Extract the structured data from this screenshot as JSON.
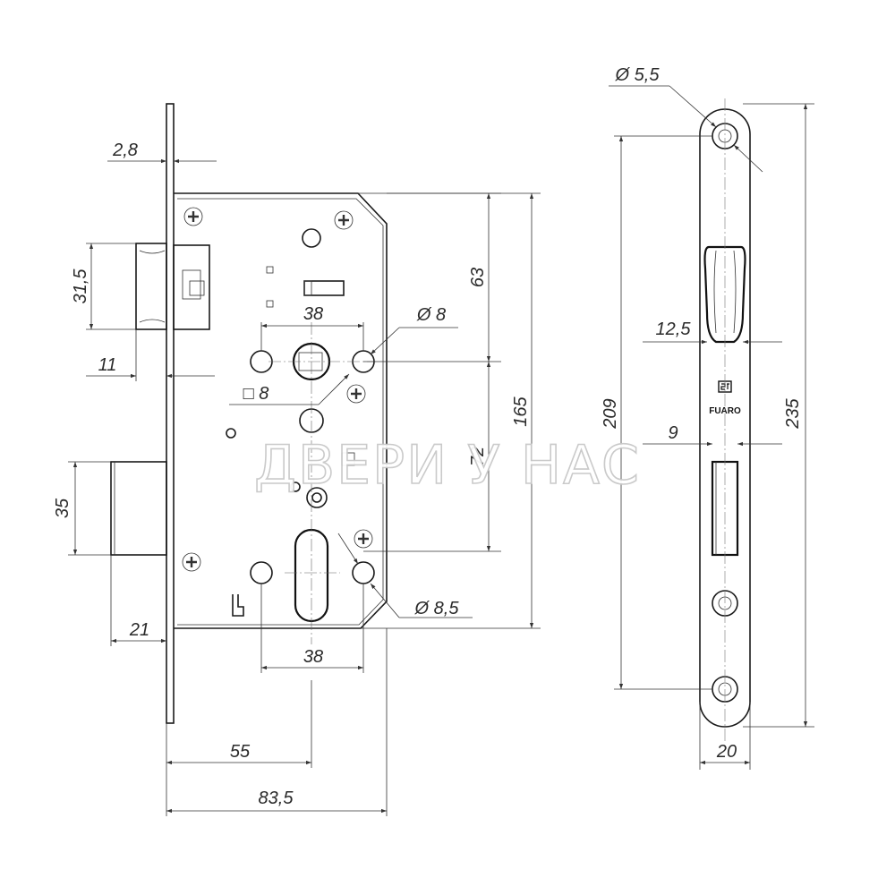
{
  "diagram": {
    "watermark": "ДВЕРИ У НАС",
    "brand": {
      "name": "FUARO",
      "mark": "logo-icon"
    },
    "dimensions": {
      "d_faceplate_thickness": "2,8",
      "d_latch_height": "31,5",
      "d_latch_projection": "11",
      "d_bolt_height": "35",
      "d_bolt_projection": "21",
      "d_handle_holes_spacing": "38",
      "d_handle_hole_dia": "Ø 8",
      "d_spindle": "□ 8",
      "d_top_to_spindle": "63",
      "d_spindle_to_cylinder": "72",
      "d_body_height": "165",
      "d_cylinder_hole_dia": "Ø 8,5",
      "d_cylinder_holes_spacing": "38",
      "d_backset": "55",
      "d_body_depth": "83,5",
      "d_faceplate_hole_dia": "Ø 5,5",
      "d_latch_window_width": "12,5",
      "d_bolt_window_width": "9",
      "d_faceplate_holes_spacing": "209",
      "d_faceplate_length": "235",
      "d_faceplate_width": "20"
    }
  }
}
